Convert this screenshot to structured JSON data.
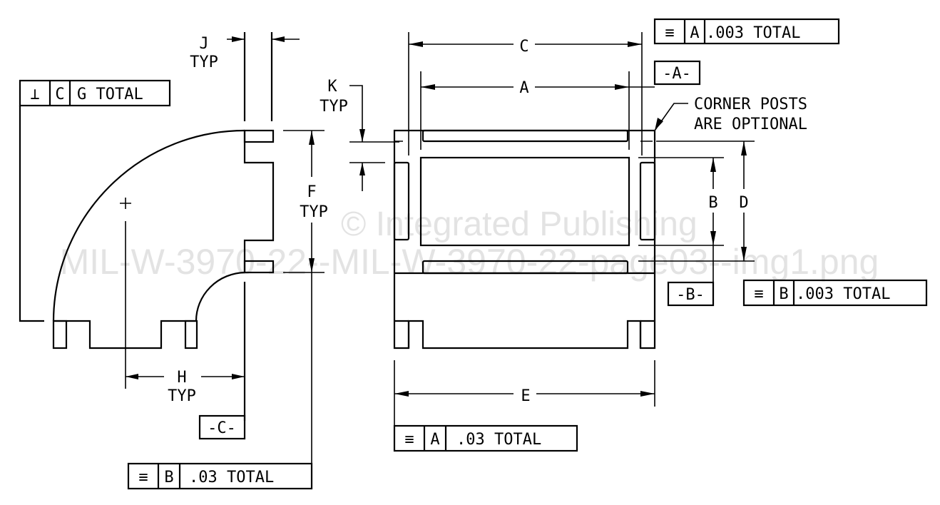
{
  "watermark": {
    "line1": "© Integrated Publishing",
    "line2": "MIL-W-3970-22--MIL-W-3970-22-page03--img1.png"
  },
  "dimensions": {
    "j": "J",
    "j_typ": "TYP",
    "k": "K",
    "k_typ": "TYP",
    "f": "F",
    "f_typ": "TYP",
    "h": "H",
    "h_typ": "TYP",
    "c": "C",
    "a": "A",
    "b": "B",
    "d": "D",
    "e": "E"
  },
  "datums": {
    "a": "-A-",
    "b": "-B-",
    "c": "-C-"
  },
  "note": {
    "line1": "CORNER POSTS",
    "line2": "ARE OPTIONAL"
  },
  "control_frames": {
    "perp_c": {
      "symbol": "⊥",
      "datum": "C",
      "tol": "G TOTAL"
    },
    "sym_a_top": {
      "symbol": "≡",
      "datum": "A",
      "tol": ".003 TOTAL"
    },
    "sym_b_right": {
      "symbol": "≡",
      "datum": "B",
      "tol": ".003 TOTAL"
    },
    "sym_a_bottom": {
      "symbol": "≡",
      "datum": "A",
      "tol": ".03 TOTAL"
    },
    "sym_b_bottom": {
      "symbol": "≡",
      "datum": "B",
      "tol": ".03 TOTAL"
    }
  }
}
